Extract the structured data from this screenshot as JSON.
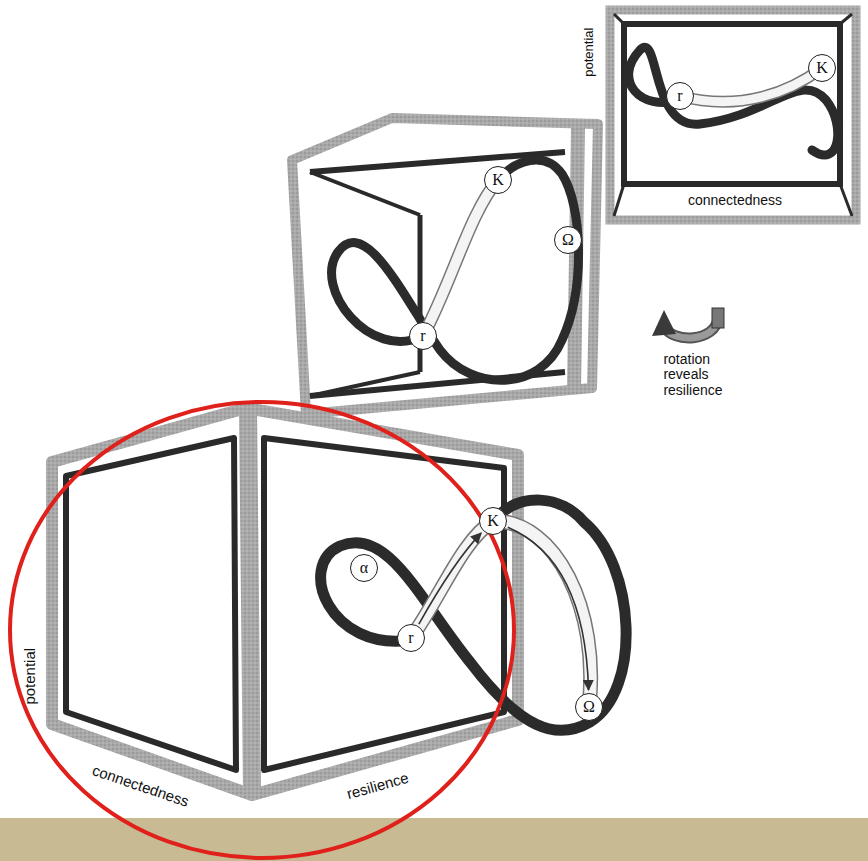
{
  "diagram": {
    "nodes": [
      {
        "text": [
          "K"
        ]
      },
      {
        "text": [
          "r"
        ]
      },
      {
        "text": [
          "K"
        ]
      },
      {
        "text": [
          "Ω"
        ]
      },
      {
        "text": [
          "r"
        ]
      },
      {
        "text": [
          "K"
        ]
      },
      {
        "text": [
          "α"
        ]
      },
      {
        "text": [
          "r"
        ]
      },
      {
        "text": [
          "Ω"
        ]
      }
    ],
    "edges": [
      {
        "from": 7,
        "to": 5,
        "arrow": "to"
      },
      {
        "from": 5,
        "to": 8,
        "arrow": "to"
      }
    ],
    "labels": [
      "potential",
      "connectedness",
      "rotation reveals resilience",
      "potential",
      "connectedness",
      "resilience"
    ]
  }
}
